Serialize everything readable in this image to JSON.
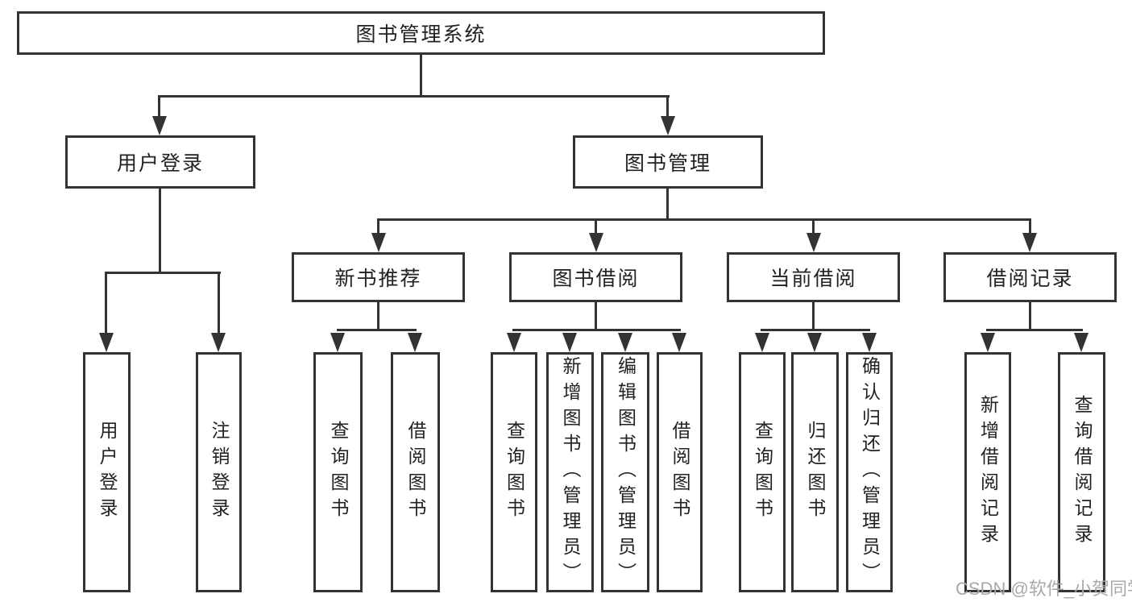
{
  "diagram": {
    "root": "图书管理系统",
    "children": [
      {
        "label": "用户登录",
        "children": [
          "用户登录",
          "注销登录"
        ]
      },
      {
        "label": "图书管理",
        "children": [
          {
            "label": "新书推荐",
            "children": [
              "查询图书",
              "借阅图书"
            ]
          },
          {
            "label": "图书借阅",
            "children": [
              "查询图书",
              "新增图书（管理员）",
              "编辑图书（管理员）",
              "借阅图书"
            ]
          },
          {
            "label": "当前借阅",
            "children": [
              "查询图书",
              "归还图书",
              "确认归还（管理员）"
            ]
          },
          {
            "label": "借阅记录",
            "children": [
              "新增借阅记录",
              "查询借阅记录"
            ]
          }
        ]
      }
    ]
  },
  "watermark": {
    "text": "CSDN @软件_小贺同学",
    "color": "#a9a9a9"
  },
  "colors": {
    "line": "#333333",
    "box_bg": "#ffffff",
    "text": "#222222"
  }
}
